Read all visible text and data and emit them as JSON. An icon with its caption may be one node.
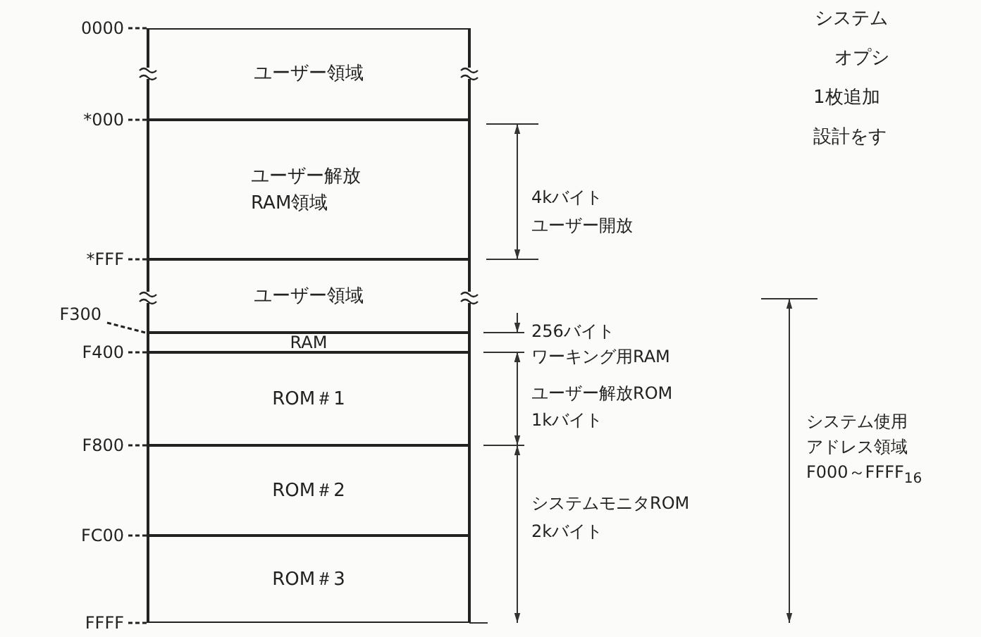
{
  "diagram": {
    "nodes": [
      {
        "text": [
          "ユーザー領域"
        ]
      },
      {
        "text": [
          "ユーザー解放RAM領域"
        ]
      },
      {
        "text": [
          "ユーザー領域"
        ]
      },
      {
        "text": [
          "RAM"
        ]
      },
      {
        "text": [
          "ROM＃1"
        ]
      },
      {
        "text": [
          "ROM＃2"
        ]
      },
      {
        "text": [
          "ROM＃3"
        ]
      }
    ],
    "labels": [
      "システム",
      "オプシ",
      "1枚追加",
      "設計をす",
      "0000",
      "*000",
      "4kバイト",
      "ユーザー開放",
      "*FFF",
      "F300",
      "256バイト",
      "F400",
      "ワーキング用RAM",
      "ユーザー解放ROM",
      "1kバイト",
      "F800",
      "システム使用",
      "アドレス領域",
      "F000～FFFF$_{16}$",
      "システムモニタROM",
      "FC00",
      "2kバイト",
      "FFFF"
    ]
  }
}
